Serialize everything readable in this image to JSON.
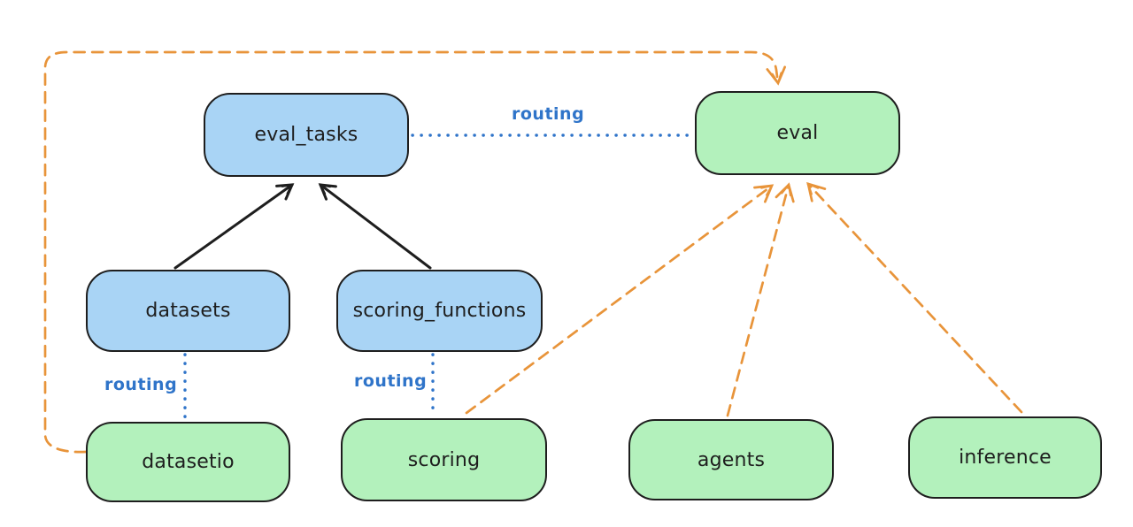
{
  "diagram": {
    "background": "#ffffff",
    "colors": {
      "api_box_fill": "#a9d4f5",
      "provider_box_fill": "#b3f1bc",
      "box_stroke": "#1e1e1e",
      "routing_blue": "#2f74c9",
      "provider_arrow_orange": "#e8943a",
      "inherit_arrow_black": "#1e1e1e"
    },
    "nodes": [
      {
        "id": "eval_tasks",
        "label": "eval_tasks",
        "fill": "blue"
      },
      {
        "id": "eval",
        "label": "eval",
        "fill": "green"
      },
      {
        "id": "datasets",
        "label": "datasets",
        "fill": "blue"
      },
      {
        "id": "scoring_functions",
        "label": "scoring_functions",
        "fill": "blue"
      },
      {
        "id": "datasetio",
        "label": "datasetio",
        "fill": "green"
      },
      {
        "id": "scoring",
        "label": "scoring",
        "fill": "green"
      },
      {
        "id": "agents",
        "label": "agents",
        "fill": "green"
      },
      {
        "id": "inference",
        "label": "inference",
        "fill": "green"
      }
    ],
    "edge_labels": [
      {
        "id": "routing-top",
        "text": "routing"
      },
      {
        "id": "routing-datasets",
        "text": "routing"
      },
      {
        "id": "routing-scoring",
        "text": "routing"
      }
    ],
    "edges": [
      {
        "from": "eval_tasks",
        "to": "eval",
        "style": "dotted",
        "color": "#2f74c9",
        "arrow": false,
        "label": "routing"
      },
      {
        "from": "datasets",
        "to": "eval_tasks",
        "style": "solid",
        "color": "#1e1e1e",
        "arrow": true
      },
      {
        "from": "scoring_functions",
        "to": "eval_tasks",
        "style": "solid",
        "color": "#1e1e1e",
        "arrow": true
      },
      {
        "from": "datasets",
        "to": "datasetio",
        "style": "dotted",
        "color": "#2f74c9",
        "arrow": false,
        "label": "routing"
      },
      {
        "from": "scoring_functions",
        "to": "scoring",
        "style": "dotted",
        "color": "#2f74c9",
        "arrow": false,
        "label": "routing"
      },
      {
        "from": "datasetio",
        "to": "eval",
        "style": "dashed",
        "color": "#e8943a",
        "arrow": true
      },
      {
        "from": "scoring",
        "to": "eval",
        "style": "dashed",
        "color": "#e8943a",
        "arrow": true
      },
      {
        "from": "agents",
        "to": "eval",
        "style": "dashed",
        "color": "#e8943a",
        "arrow": true
      },
      {
        "from": "inference",
        "to": "eval",
        "style": "dashed",
        "color": "#e8943a",
        "arrow": true
      }
    ]
  }
}
